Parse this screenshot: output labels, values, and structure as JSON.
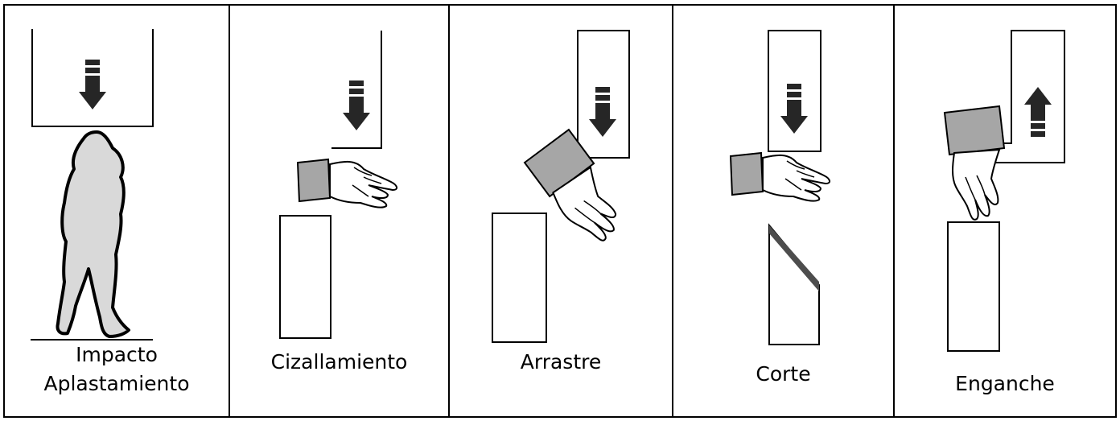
{
  "panels": [
    {
      "label_line1": "Impacto",
      "label_line2": "Aplastamiento"
    },
    {
      "label": "Cizallamiento"
    },
    {
      "label": "Arrastre"
    },
    {
      "label": "Corte"
    },
    {
      "label": "Enganche"
    }
  ],
  "colors": {
    "line": "#000000",
    "sleeve": "#a6a6a6",
    "person_fill": "#d9d9d9",
    "arrow": "#262626",
    "background": "#ffffff"
  },
  "icons": [
    "down-arrow-icon",
    "up-arrow-icon",
    "hand-icon",
    "person-silhouette-icon",
    "blade-icon"
  ]
}
